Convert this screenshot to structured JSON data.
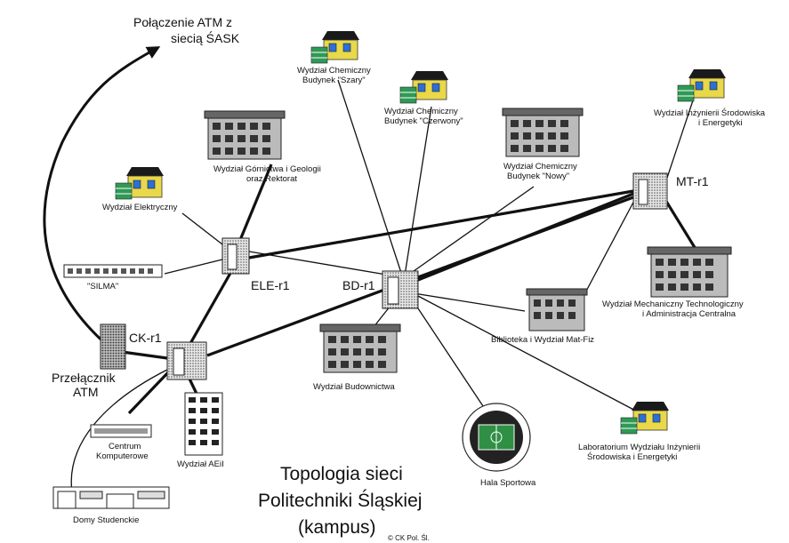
{
  "atm_connection": {
    "line1": "Połączenie ATM z",
    "line2": "siecią ŚASK"
  },
  "nodes": {
    "ele": "ELE-r1",
    "bd": "BD-r1",
    "ck": "CK-r1",
    "mt": "MT-r1",
    "switch_line1": "Przełącznik",
    "switch_line2": "ATM"
  },
  "buildings": {
    "chem_szary_1": "Wydział Chemiczny",
    "chem_szary_2": "Budynek \"Szary\"",
    "chem_czerwony_1": "Wydział Chemiczny",
    "chem_czerwony_2": "Budynek \"Czerwony\"",
    "chem_nowy_1": "Wydział Chemiczny",
    "chem_nowy_2": "Budynek \"Nowy\"",
    "gornictwa_1": "Wydział Górnictwa i Geologii",
    "gornictwa_2": "oraz Rektorat",
    "elektryczny": "Wydział Elektryczny",
    "silma": "\"SILMA\"",
    "srodowiska_1": "Wydział Inżynierii Środowiska",
    "srodowiska_2": "i Energetyki",
    "mechaniczny_1": "Wydział Mechaniczny Technologiczny",
    "mechaniczny_2": "i Administracja Centralna",
    "biblioteka": "Biblioteka i Wydział Mat-Fiz",
    "budownictwa": "Wydział Budownictwa",
    "hala": "Hala Sportowa",
    "laboratorium_1": "Laboratorium Wydziału Inżynierii",
    "laboratorium_2": "Środowiska i Energetyki",
    "centrum_1": "Centrum",
    "centrum_2": "Komputerowe",
    "aeil": "Wydział AEiI",
    "domy": "Domy Studenckie"
  },
  "title": {
    "line1": "Topologia sieci",
    "line2": "Politechniki Śląskiej",
    "line3": "(kampus)"
  },
  "copyright": "© CK Pol. Śl."
}
